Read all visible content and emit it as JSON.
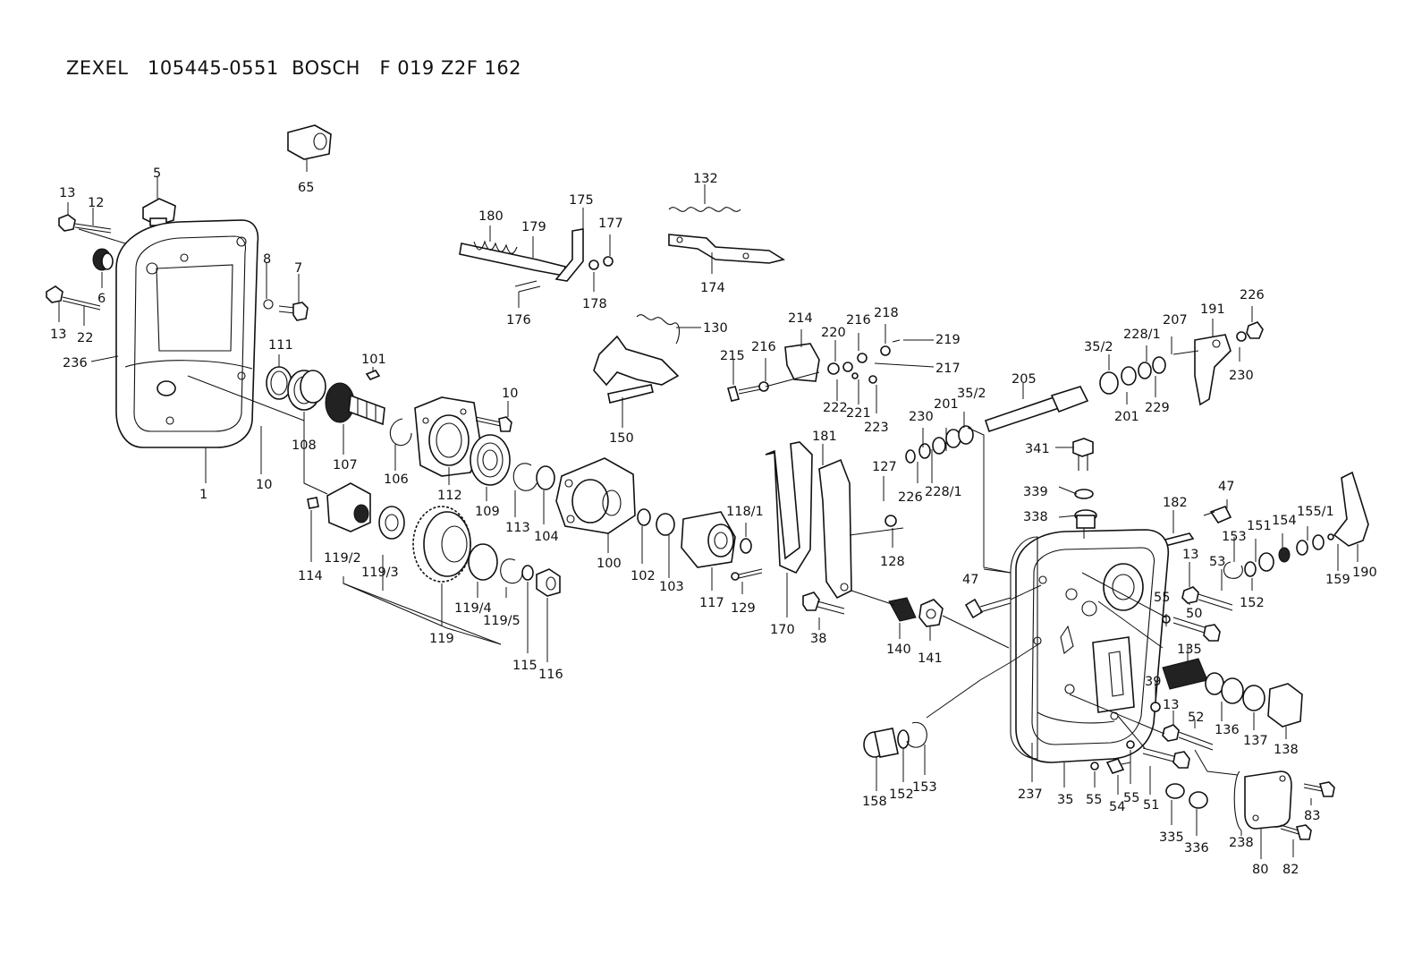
{
  "title": "ZEXEL   105445-0551  BOSCH   F 019 Z2F 162",
  "callouts": [
    {
      "id": "c-65",
      "label": "65"
    },
    {
      "id": "c-5",
      "label": "5"
    },
    {
      "id": "c-13a",
      "label": "13"
    },
    {
      "id": "c-12",
      "label": "12"
    },
    {
      "id": "c-8",
      "label": "8"
    },
    {
      "id": "c-7",
      "label": "7"
    },
    {
      "id": "c-6",
      "label": "6"
    },
    {
      "id": "c-13b",
      "label": "13"
    },
    {
      "id": "c-22",
      "label": "22"
    },
    {
      "id": "c-236",
      "label": "236"
    },
    {
      "id": "c-1",
      "label": "1"
    },
    {
      "id": "c-10a",
      "label": "10"
    },
    {
      "id": "c-111",
      "label": "111"
    },
    {
      "id": "c-108",
      "label": "108"
    },
    {
      "id": "c-107",
      "label": "107"
    },
    {
      "id": "c-101",
      "label": "101"
    },
    {
      "id": "c-106",
      "label": "106"
    },
    {
      "id": "c-112",
      "label": "112"
    },
    {
      "id": "c-10b",
      "label": "10"
    },
    {
      "id": "c-109",
      "label": "109"
    },
    {
      "id": "c-113",
      "label": "113"
    },
    {
      "id": "c-104",
      "label": "104"
    },
    {
      "id": "c-100",
      "label": "100"
    },
    {
      "id": "c-102",
      "label": "102"
    },
    {
      "id": "c-103",
      "label": "103"
    },
    {
      "id": "c-117",
      "label": "117"
    },
    {
      "id": "c-118-1",
      "label": "118/1"
    },
    {
      "id": "c-129",
      "label": "129"
    },
    {
      "id": "c-114",
      "label": "114"
    },
    {
      "id": "c-119-2",
      "label": "119/2"
    },
    {
      "id": "c-119-3",
      "label": "119/3"
    },
    {
      "id": "c-119",
      "label": "119"
    },
    {
      "id": "c-119-4",
      "label": "119/4"
    },
    {
      "id": "c-119-5",
      "label": "119/5"
    },
    {
      "id": "c-115",
      "label": "115"
    },
    {
      "id": "c-116",
      "label": "116"
    },
    {
      "id": "c-132",
      "label": "132"
    },
    {
      "id": "c-174",
      "label": "174"
    },
    {
      "id": "c-180",
      "label": "180"
    },
    {
      "id": "c-179",
      "label": "179"
    },
    {
      "id": "c-175",
      "label": "175"
    },
    {
      "id": "c-177",
      "label": "177"
    },
    {
      "id": "c-176",
      "label": "176"
    },
    {
      "id": "c-178",
      "label": "178"
    },
    {
      "id": "c-130",
      "label": "130"
    },
    {
      "id": "c-150",
      "label": "150"
    },
    {
      "id": "c-214",
      "label": "214"
    },
    {
      "id": "c-215",
      "label": "215"
    },
    {
      "id": "c-216a",
      "label": "216"
    },
    {
      "id": "c-220",
      "label": "220"
    },
    {
      "id": "c-216b",
      "label": "216"
    },
    {
      "id": "c-218",
      "label": "218"
    },
    {
      "id": "c-219",
      "label": "219"
    },
    {
      "id": "c-217",
      "label": "217"
    },
    {
      "id": "c-222",
      "label": "222"
    },
    {
      "id": "c-221",
      "label": "221"
    },
    {
      "id": "c-223",
      "label": "223"
    },
    {
      "id": "c-181",
      "label": "181"
    },
    {
      "id": "c-127",
      "label": "127"
    },
    {
      "id": "c-128",
      "label": "128"
    },
    {
      "id": "c-170",
      "label": "170"
    },
    {
      "id": "c-38",
      "label": "38"
    },
    {
      "id": "c-140",
      "label": "140"
    },
    {
      "id": "c-141",
      "label": "141"
    },
    {
      "id": "c-47a",
      "label": "47"
    },
    {
      "id": "c-230a",
      "label": "230"
    },
    {
      "id": "c-201a",
      "label": "201"
    },
    {
      "id": "c-35-2a",
      "label": "35/2"
    },
    {
      "id": "c-226a",
      "label": "226"
    },
    {
      "id": "c-228-1a",
      "label": "228/1"
    },
    {
      "id": "c-205",
      "label": "205"
    },
    {
      "id": "c-35-2b",
      "label": "35/2"
    },
    {
      "id": "c-228-1b",
      "label": "228/1"
    },
    {
      "id": "c-207",
      "label": "207"
    },
    {
      "id": "c-191",
      "label": "191"
    },
    {
      "id": "c-226b",
      "label": "226"
    },
    {
      "id": "c-201b",
      "label": "201"
    },
    {
      "id": "c-229",
      "label": "229"
    },
    {
      "id": "c-230b",
      "label": "230"
    },
    {
      "id": "c-341",
      "label": "341"
    },
    {
      "id": "c-339",
      "label": "339"
    },
    {
      "id": "c-338",
      "label": "338"
    },
    {
      "id": "c-182",
      "label": "182"
    },
    {
      "id": "c-47b",
      "label": "47"
    },
    {
      "id": "c-13c",
      "label": "13"
    },
    {
      "id": "c-53",
      "label": "53"
    },
    {
      "id": "c-153a",
      "label": "153"
    },
    {
      "id": "c-151",
      "label": "151"
    },
    {
      "id": "c-154",
      "label": "154"
    },
    {
      "id": "c-155-1",
      "label": "155/1"
    },
    {
      "id": "c-152a",
      "label": "152"
    },
    {
      "id": "c-159",
      "label": "159"
    },
    {
      "id": "c-190",
      "label": "190"
    },
    {
      "id": "c-55a",
      "label": "55"
    },
    {
      "id": "c-50",
      "label": "50"
    },
    {
      "id": "c-135",
      "label": "135"
    },
    {
      "id": "c-39",
      "label": "39"
    },
    {
      "id": "c-13d",
      "label": "13"
    },
    {
      "id": "c-52",
      "label": "52"
    },
    {
      "id": "c-136",
      "label": "136"
    },
    {
      "id": "c-137",
      "label": "137"
    },
    {
      "id": "c-138",
      "label": "138"
    },
    {
      "id": "c-158",
      "label": "158"
    },
    {
      "id": "c-152b",
      "label": "152"
    },
    {
      "id": "c-153b",
      "label": "153"
    },
    {
      "id": "c-237",
      "label": "237"
    },
    {
      "id": "c-35",
      "label": "35"
    },
    {
      "id": "c-55b",
      "label": "55"
    },
    {
      "id": "c-54",
      "label": "54"
    },
    {
      "id": "c-55c",
      "label": "55"
    },
    {
      "id": "c-51",
      "label": "51"
    },
    {
      "id": "c-335",
      "label": "335"
    },
    {
      "id": "c-336",
      "label": "336"
    },
    {
      "id": "c-238",
      "label": "238"
    },
    {
      "id": "c-80",
      "label": "80"
    },
    {
      "id": "c-83",
      "label": "83"
    },
    {
      "id": "c-82",
      "label": "82"
    }
  ]
}
